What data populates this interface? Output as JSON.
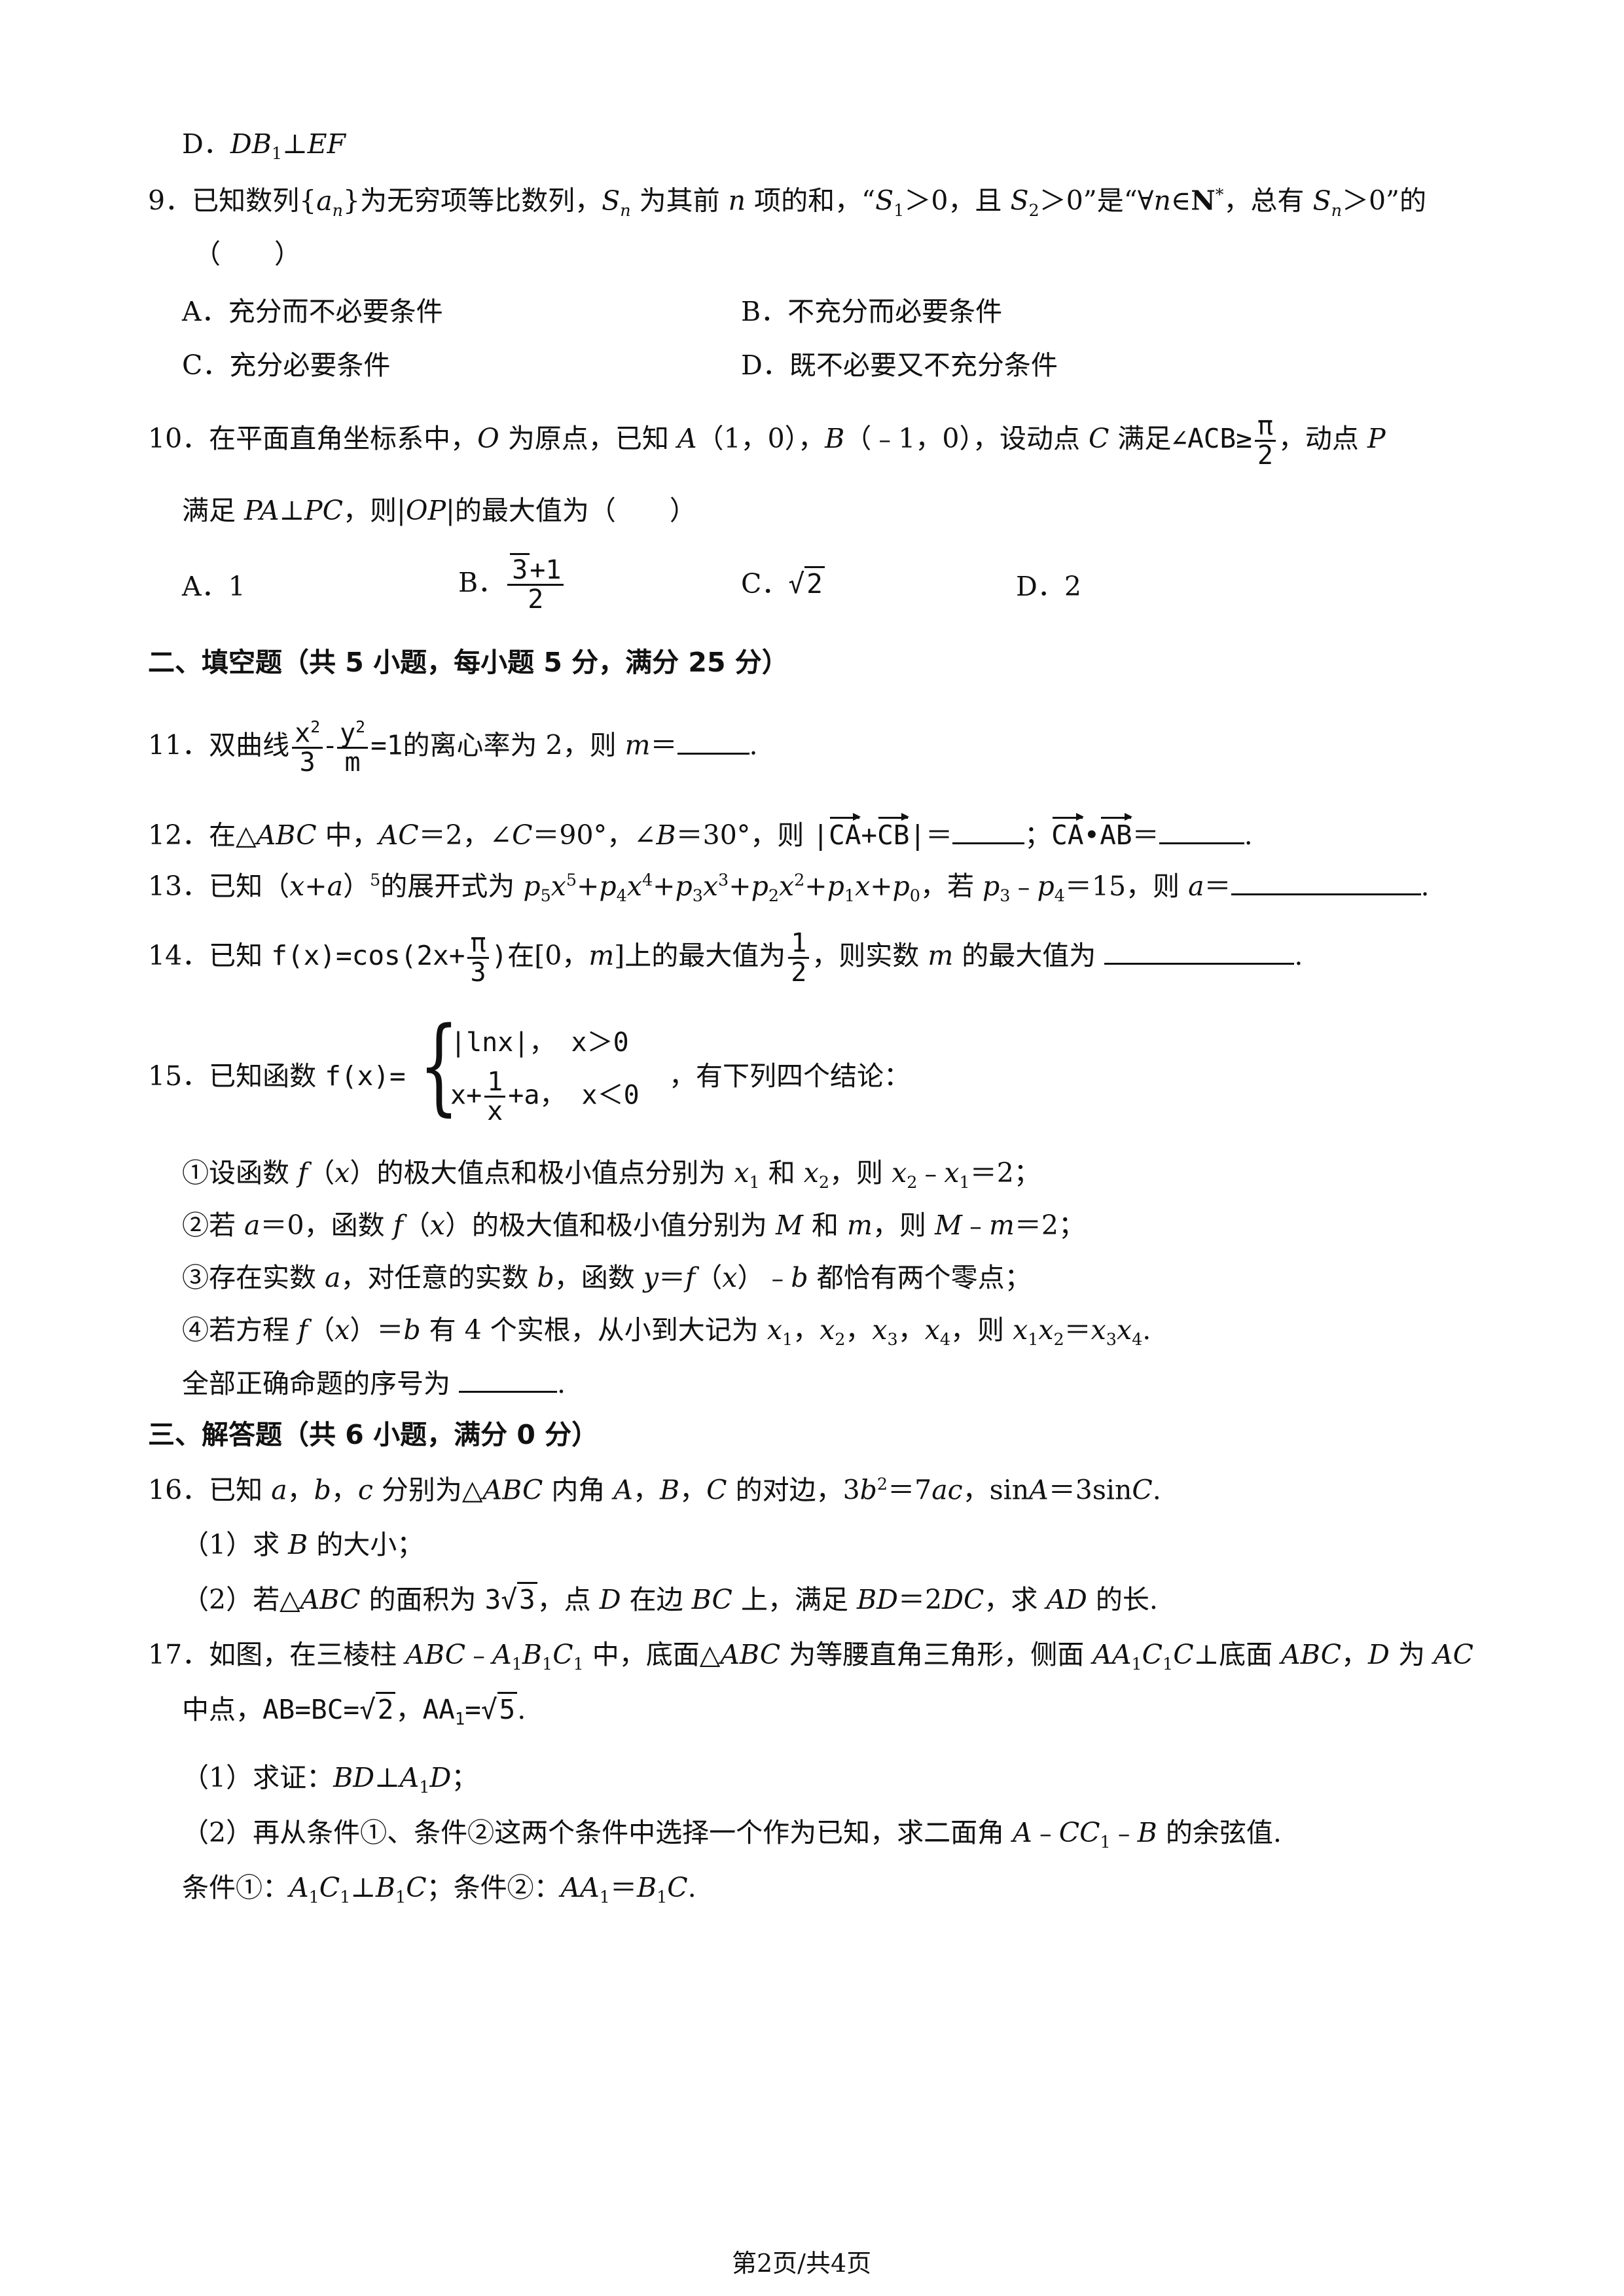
{
  "q8": {
    "option_d": "D．DB₁⊥EF"
  },
  "q9": {
    "number": "9．",
    "stem": "已知数列{aₙ}为无穷项等比数列，Sₙ为其前 n 项的和，“S₁＞0，且 S₂＞0”是“∀n∈N*，总有 Sₙ＞0”的",
    "paren": "（　　）",
    "options": [
      "A．充分而不必要条件",
      "B．不充分而必要条件",
      "C．充分必要条件",
      "D．既不必要又不充分条件"
    ]
  },
  "q10": {
    "number": "10．",
    "stem": "在平面直角坐标系中，O 为原点，已知 A（1，0），B（﹣1，0），设动点 C 满足∠ACB≥π/2，动点 P",
    "stem2": "满足 PA⊥PC，则|OP|的最大值为（　　）",
    "options": [
      "A．1",
      "B．(√3+1)/2",
      "C．√2",
      "D．2"
    ]
  },
  "section2": "二、填空题（共 5 小题，每小题 5 分，满分 25 分）",
  "q11": {
    "number": "11．",
    "text": "双曲线 x²/3 − y²/m = 1 的离心率为 2，则 m＝______."
  },
  "q12": {
    "number": "12．",
    "text": "在△ABC 中，AC＝2，∠C＝90°，∠B＝30°，则 |CA+CB|＝_____；CA•AB＝______."
  },
  "q13": {
    "number": "13．",
    "text": "已知（x+a）⁵的展开式为 p₅x⁵+p₄x⁴+p₃x³+p₂x²+p₁x+p₀，若 p₃﹣p₄＝15，则 a＝____________."
  },
  "q14": {
    "number": "14．",
    "text": "已知 f(x)=cos(2x+π/3) 在[0，m]上的最大值为 1/2，则实数 m 的最大值为 ____________."
  },
  "q15": {
    "number": "15．",
    "lead": "已知函数",
    "func_name": "f(x)=",
    "case1": "|lnx|， x＞0",
    "case2": "x+1/x+a， x＜0",
    "tail": "，有下列四个结论：",
    "items": [
      "①设函数 f（x）的极大值点和极小值点分别为 x₁ 和 x₂，则 x₂﹣x₁＝2；",
      "②若 a＝0，函数 f（x）的极大值和极小值分别为 M 和 m，则 M﹣m＝2；",
      "③存在实数 a，对任意的实数 b，函数 y＝f（x）﹣b 都恰有两个零点；",
      "④若方程 f（x）＝b 有 4 个实根，从小到大记为 x₁，x₂，x₃，x₄，则 x₁x₂＝x₃x₄."
    ],
    "closing": "全部正确命题的序号为 _______."
  },
  "section3": "三、解答题（共 6 小题，满分 0 分）",
  "q16": {
    "number": "16．",
    "stem": "已知 a，b，c 分别为△ABC 内角 A，B，C 的对边，3b²＝7ac，sinA＝3sinC.",
    "parts": [
      "（1）求 B 的大小；",
      "（2）若△ABC 的面积为 3√3，点 D 在边 BC 上，满足 BD＝2DC，求 AD 的长."
    ]
  },
  "q17": {
    "number": "17．",
    "stem": "如图，在三棱柱 ABC﹣A₁B₁C₁ 中，底面△ABC 为等腰直角三角形，侧面 AA₁C₁C⊥底面 ABC，D 为 AC",
    "stem2": "中点，AB=BC=√2，AA₁=√5.",
    "parts": [
      "（1）求证：BD⊥A₁D；",
      "（2）再从条件①、条件②这两个条件中选择一个作为已知，求二面角 A﹣CC₁﹣B 的余弦值."
    ],
    "conditions": "条件①：A₁C₁⊥B₁C；条件②：AA₁＝B₁C."
  },
  "footer": "第2页/共4页"
}
